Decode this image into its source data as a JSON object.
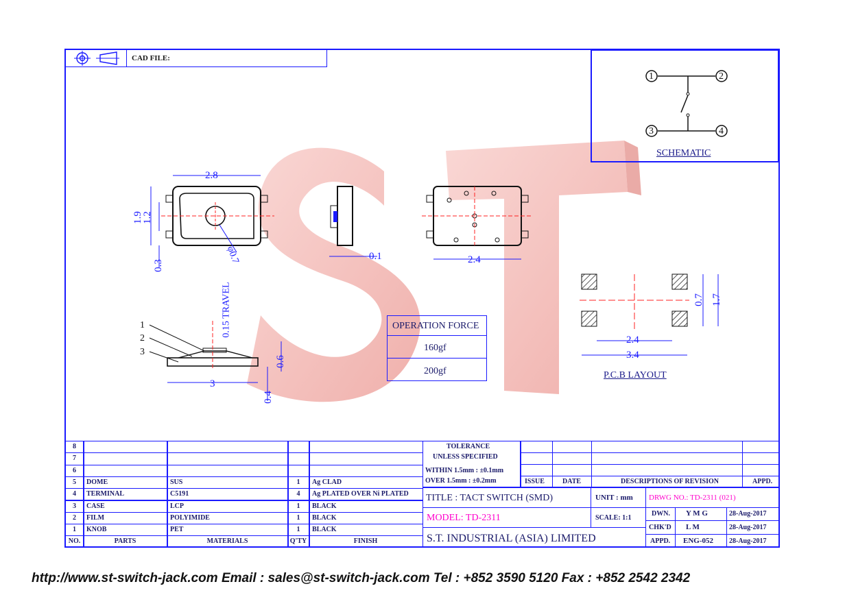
{
  "header": {
    "cad_file_label": "CAD FILE:"
  },
  "schematic": {
    "title": "SCHEMATIC",
    "pins": [
      "1",
      "2",
      "3",
      "4"
    ]
  },
  "dimensions": {
    "top_width": "2.8",
    "top_height": "1.9",
    "top_inner": "1.2",
    "top_offset": "0.3",
    "knob_dia": "φ0.7",
    "side_thick": "0.1",
    "back_width": "2.4",
    "travel": "0.15  TRAVEL",
    "total_height": "0.6",
    "base_height": "0.4",
    "front_width": "3",
    "callouts": [
      "1",
      "2",
      "3"
    ]
  },
  "pcb": {
    "title": "P.C.B  LAYOUT",
    "w_inner": "2.4",
    "w_outer": "3.4",
    "h_inner": "0.7",
    "h_outer": "1.7"
  },
  "operation_force": {
    "header": "OPERATION  FORCE",
    "values": [
      "160gf",
      "200gf"
    ]
  },
  "bom": {
    "rows": [
      {
        "no": "8",
        "part": "",
        "material": "",
        "qty": "",
        "finish": ""
      },
      {
        "no": "7",
        "part": "",
        "material": "",
        "qty": "",
        "finish": ""
      },
      {
        "no": "6",
        "part": "",
        "material": "",
        "qty": "",
        "finish": ""
      },
      {
        "no": "5",
        "part": "DOME",
        "material": "SUS",
        "qty": "1",
        "finish": "Ag CLAD"
      },
      {
        "no": "4",
        "part": "TERMINAL",
        "material": "C5191",
        "qty": "4",
        "finish": "Ag PLATED OVER Ni PLATED"
      },
      {
        "no": "3",
        "part": "CASE",
        "material": "LCP",
        "qty": "1",
        "finish": "BLACK"
      },
      {
        "no": "2",
        "part": "FILM",
        "material": "POLYIMIDE",
        "qty": "1",
        "finish": "BLACK"
      },
      {
        "no": "1",
        "part": "KNOB",
        "material": "PET",
        "qty": "1",
        "finish": "BLACK"
      }
    ],
    "headers": {
      "no": "NO.",
      "part": "PARTS",
      "material": "MATERIALS",
      "qty": "Q'TY",
      "finish": "FINISH"
    }
  },
  "tolerance": {
    "line1": "TOLERANCE",
    "line2": "UNLESS   SPECIFIED",
    "line3": "WITHIN  1.5mm : ±0.1mm",
    "line4": "OVER    1.5mm : ±0.2mm"
  },
  "revision": {
    "issue": "ISSUE",
    "date": "DATE",
    "desc": "DESCRIPTIONS  OF  REVISION",
    "appd": "APPD."
  },
  "title_block": {
    "title": "TITLE : TACT SWITCH (SMD)",
    "unit_label": "UNIT :   mm",
    "drwg": "DRWG NO.: TD-2311 (021)",
    "model": "MODEL: TD-2311",
    "scale": "SCALE:   1:1",
    "company": "S.T.  INDUSTRIAL  (ASIA)  LIMITED",
    "dwn_label": "DWN.",
    "dwn_val": "Y M G",
    "dwn_date": "28-Aug-2017",
    "chk_label": "CHK'D",
    "chk_val": "L M",
    "chk_date": "28-Aug-2017",
    "appd_label": "APPD.",
    "appd_val": "ENG-052",
    "appd_date": "28-Aug-2017"
  },
  "footer": "http://www.st-switch-jack.com  Email : sales@st-switch-jack.com  Tel : +852 3590 5120  Fax : +852 2542 2342",
  "colors": {
    "border": "#1a1aff",
    "dim": "#1a1aff",
    "center": "#ff2020",
    "magenta": "#ff00cc",
    "watermark": "#f4b8b4"
  }
}
